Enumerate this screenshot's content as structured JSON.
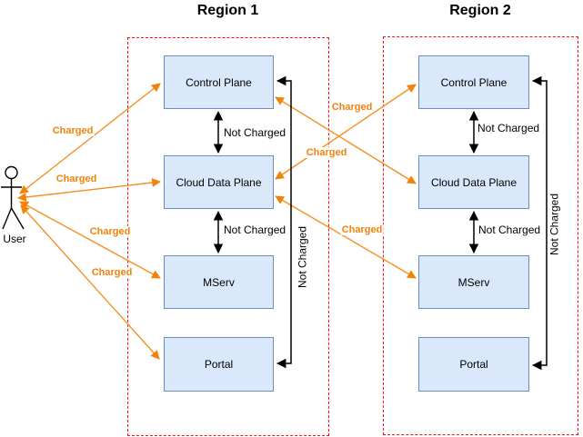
{
  "diagram_type": "cross-region billing / charging architecture diagram",
  "regions": [
    {
      "title": "Region 1",
      "nodes": [
        {
          "label": "Control Plane"
        },
        {
          "label": "Cloud Data Plane"
        },
        {
          "label": "MServ"
        },
        {
          "label": "Portal"
        }
      ]
    },
    {
      "title": "Region 2",
      "nodes": [
        {
          "label": "Control Plane"
        },
        {
          "label": "Cloud Data Plane"
        },
        {
          "label": "MServ"
        },
        {
          "label": "Portal"
        }
      ]
    }
  ],
  "user": {
    "label": "User"
  },
  "edge_labels": {
    "charged": "Charged",
    "not_charged": "Not Charged"
  },
  "edges": [
    {
      "from": "User",
      "to": "Region 1 / Control Plane",
      "label": "Charged",
      "bidirectional": true
    },
    {
      "from": "User",
      "to": "Region 1 / Cloud Data Plane",
      "label": "Charged",
      "bidirectional": true
    },
    {
      "from": "User",
      "to": "Region 1 / MServ",
      "label": "Charged",
      "bidirectional": true
    },
    {
      "from": "User",
      "to": "Region 1 / Portal",
      "label": "Charged",
      "bidirectional": true
    },
    {
      "from": "Region 1 / Control Plane",
      "to": "Region 2 / Cloud Data Plane",
      "label": "Charged",
      "bidirectional": true
    },
    {
      "from": "Region 1 / Cloud Data Plane",
      "to": "Region 2 / Control Plane",
      "label": "Charged",
      "bidirectional": true
    },
    {
      "from": "Region 1 / Cloud Data Plane",
      "to": "Region 2 / MServ",
      "label": "Charged",
      "bidirectional": true
    },
    {
      "from": "Region 1 / Control Plane",
      "to": "Region 1 / Cloud Data Plane",
      "label": "Not Charged",
      "bidirectional": true
    },
    {
      "from": "Region 1 / Cloud Data Plane",
      "to": "Region 1 / MServ",
      "label": "Not Charged",
      "bidirectional": true
    },
    {
      "from": "Region 1 / Control Plane",
      "to": "Region 1 / Portal",
      "label": "Not Charged",
      "bidirectional": true
    },
    {
      "from": "Region 2 / Control Plane",
      "to": "Region 2 / Cloud Data Plane",
      "label": "Not Charged",
      "bidirectional": true
    },
    {
      "from": "Region 2 / Cloud Data Plane",
      "to": "Region 2 / MServ",
      "label": "Not Charged",
      "bidirectional": true
    },
    {
      "from": "Region 2 / Control Plane",
      "to": "Region 2 / Portal",
      "label": "Not Charged",
      "bidirectional": true
    }
  ],
  "colors": {
    "charged_accent": "#f0830a",
    "not_charged_line": "#000000",
    "node_fill": "#dae8fc",
    "node_border": "#6c8ebf",
    "region_border": "#ff0d0d"
  }
}
